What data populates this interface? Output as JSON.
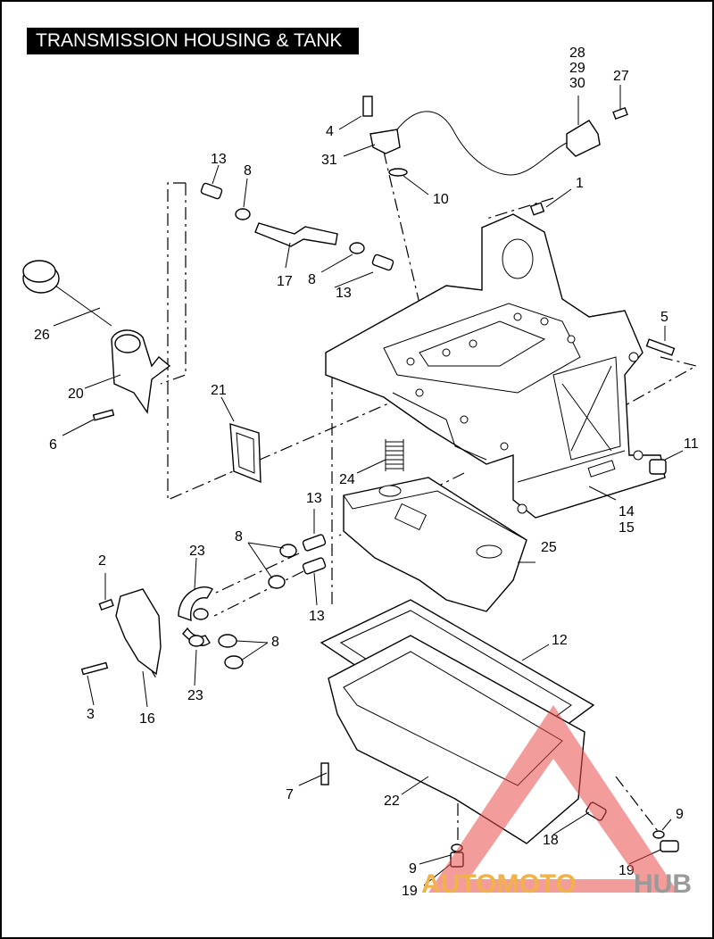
{
  "title": "TRANSMISSION HOUSING & TANK",
  "watermark": {
    "part1": "AUTOMOTO",
    "part2": "HUB",
    "color_triangle": "#e84a4a",
    "color_auto": "#f2b24a",
    "color_hub": "#9a9a9a"
  },
  "callouts": [
    {
      "id": "c1",
      "text": "1"
    },
    {
      "id": "c2",
      "text": "2"
    },
    {
      "id": "c3",
      "text": "3"
    },
    {
      "id": "c4",
      "text": "4"
    },
    {
      "id": "c5",
      "text": "5"
    },
    {
      "id": "c6",
      "text": "6"
    },
    {
      "id": "c7",
      "text": "7"
    },
    {
      "id": "c8a",
      "text": "8"
    },
    {
      "id": "c8b",
      "text": "8"
    },
    {
      "id": "c8c",
      "text": "8"
    },
    {
      "id": "c8d",
      "text": "8"
    },
    {
      "id": "c9a",
      "text": "9"
    },
    {
      "id": "c9b",
      "text": "9"
    },
    {
      "id": "c10",
      "text": "10"
    },
    {
      "id": "c11",
      "text": "11"
    },
    {
      "id": "c12",
      "text": "12"
    },
    {
      "id": "c13a",
      "text": "13"
    },
    {
      "id": "c13b",
      "text": "13"
    },
    {
      "id": "c13c",
      "text": "13"
    },
    {
      "id": "c13d",
      "text": "13"
    },
    {
      "id": "c14",
      "text": "14"
    },
    {
      "id": "c15",
      "text": "15"
    },
    {
      "id": "c16",
      "text": "16"
    },
    {
      "id": "c17",
      "text": "17"
    },
    {
      "id": "c18",
      "text": "18"
    },
    {
      "id": "c19a",
      "text": "19"
    },
    {
      "id": "c19b",
      "text": "19"
    },
    {
      "id": "c20",
      "text": "20"
    },
    {
      "id": "c21",
      "text": "21"
    },
    {
      "id": "c22",
      "text": "22"
    },
    {
      "id": "c23a",
      "text": "23"
    },
    {
      "id": "c23b",
      "text": "23"
    },
    {
      "id": "c24",
      "text": "24"
    },
    {
      "id": "c25",
      "text": "25"
    },
    {
      "id": "c26",
      "text": "26"
    },
    {
      "id": "c27",
      "text": "27"
    },
    {
      "id": "c28",
      "text": "28"
    },
    {
      "id": "c29",
      "text": "29"
    },
    {
      "id": "c30",
      "text": "30"
    },
    {
      "id": "c31",
      "text": "31"
    }
  ]
}
